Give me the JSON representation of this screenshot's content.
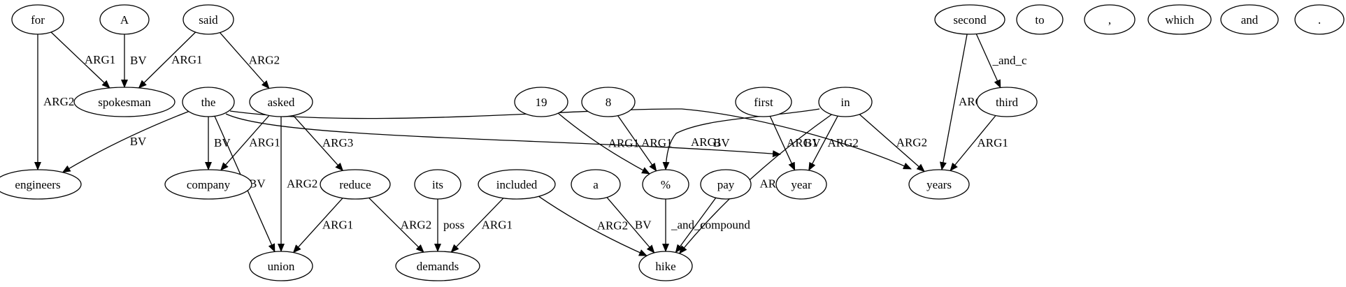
{
  "nodes": {
    "for": "for",
    "A": "A",
    "said": "said",
    "second": "second",
    "to": "to",
    "comma": ",",
    "which": "which",
    "and": "and",
    "period": ".",
    "spokesman": "spokesman",
    "the": "the",
    "asked": "asked",
    "n19": "19",
    "n8": "8",
    "first": "first",
    "in": "in",
    "third": "third",
    "engineers": "engineers",
    "company": "company",
    "reduce": "reduce",
    "its": "its",
    "included": "included",
    "a": "a",
    "percent": "%",
    "pay": "pay",
    "year": "year",
    "years": "years",
    "union": "union",
    "demands": "demands",
    "hike": "hike"
  },
  "edges": [
    {
      "from": "for",
      "to": "spokesman",
      "label": "ARG1"
    },
    {
      "from": "for",
      "to": "engineers",
      "label": "ARG2"
    },
    {
      "from": "A",
      "to": "spokesman",
      "label": "BV"
    },
    {
      "from": "said",
      "to": "spokesman",
      "label": "ARG1"
    },
    {
      "from": "said",
      "to": "asked",
      "label": "ARG2"
    },
    {
      "from": "second",
      "to": "years",
      "label": "ARG1"
    },
    {
      "from": "second",
      "to": "third",
      "label": "_and_c"
    },
    {
      "from": "third",
      "to": "years",
      "label": "ARG1"
    },
    {
      "from": "the",
      "to": "engineers",
      "label": "BV"
    },
    {
      "from": "the",
      "to": "company",
      "label": "BV"
    },
    {
      "from": "the",
      "to": "union",
      "label": "BV"
    },
    {
      "from": "the",
      "to": "year",
      "label": "BV"
    },
    {
      "from": "the",
      "to": "years",
      "label": "BV"
    },
    {
      "from": "asked",
      "to": "company",
      "label": "ARG1"
    },
    {
      "from": "asked",
      "to": "union",
      "label": "ARG2"
    },
    {
      "from": "asked",
      "to": "reduce",
      "label": "ARG3"
    },
    {
      "from": "n19",
      "to": "percent",
      "label": "ARG1"
    },
    {
      "from": "n8",
      "to": "percent",
      "label": "ARG1"
    },
    {
      "from": "first",
      "to": "year",
      "label": "ARG1"
    },
    {
      "from": "in",
      "to": "percent",
      "label": "ARG1"
    },
    {
      "from": "in",
      "to": "year",
      "label": "ARG2"
    },
    {
      "from": "in",
      "to": "years",
      "label": "ARG2"
    },
    {
      "from": "in",
      "to": "hike",
      "label": "ARG1"
    },
    {
      "from": "reduce",
      "to": "union",
      "label": "ARG1"
    },
    {
      "from": "reduce",
      "to": "demands",
      "label": "ARG2"
    },
    {
      "from": "its",
      "to": "demands",
      "label": "poss"
    },
    {
      "from": "included",
      "to": "demands",
      "label": "ARG1"
    },
    {
      "from": "included",
      "to": "hike",
      "label": "ARG2"
    },
    {
      "from": "a",
      "to": "hike",
      "label": "BV"
    },
    {
      "from": "percent",
      "to": "hike",
      "label": "_and_c"
    },
    {
      "from": "pay",
      "to": "hike",
      "label": "compound"
    }
  ]
}
